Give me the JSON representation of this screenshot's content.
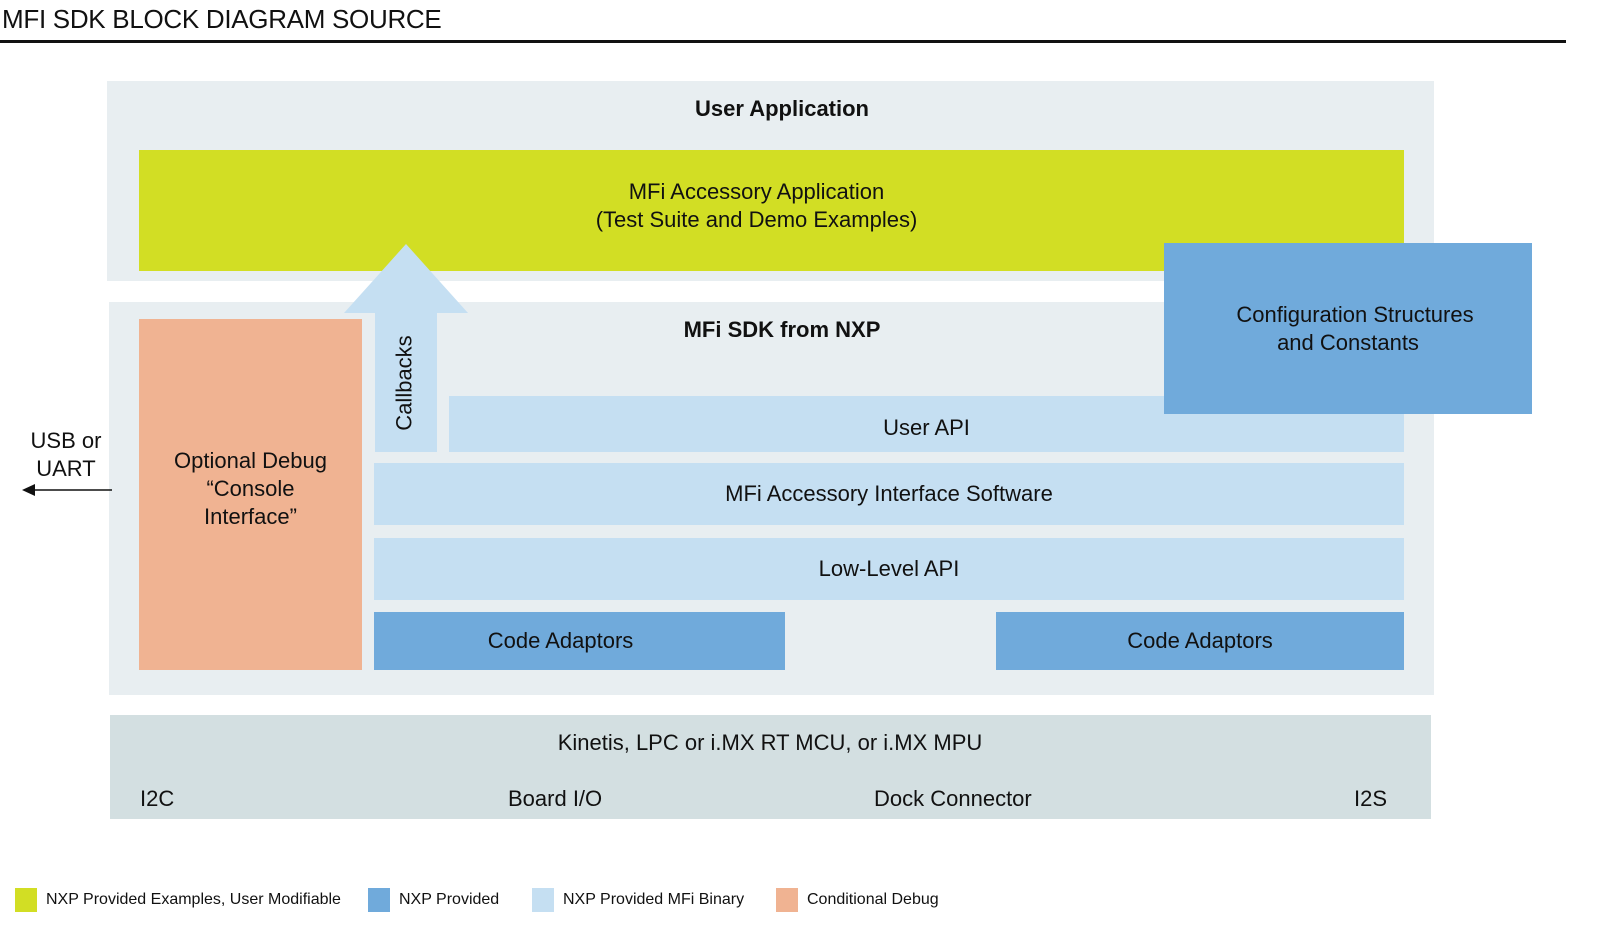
{
  "title": "MFI SDK BLOCK DIAGRAM SOURCE",
  "colors": {
    "nxp_examples_user_modifiable": "#d2de24",
    "nxp_provided": "#70aadb",
    "nxp_provided_mfi_binary": "#c5dff2",
    "conditional_debug": "#f0b392",
    "panel_background": "#e8eef1",
    "mcu_background": "#d3dfe1"
  },
  "user_application": {
    "title": "User Application",
    "accessory_app": {
      "line1": "MFi Accessory Application",
      "line2": "(Test Suite and Demo Examples)"
    }
  },
  "config_block": {
    "line1": "Configuration Structures",
    "line2": "and Constants"
  },
  "sdk": {
    "title": "MFi SDK from NXP",
    "callbacks": "Callbacks",
    "debug": {
      "line1": "Optional Debug",
      "line2": "“Console",
      "line3": "Interface”"
    },
    "layers": {
      "user_api": "User API",
      "interface_software": "MFi Accessory Interface Software",
      "low_level_api": "Low-Level API",
      "code_adaptors_left": "Code Adaptors",
      "code_adaptors_right": "Code Adaptors"
    }
  },
  "external": {
    "line1": "USB or",
    "line2": "UART"
  },
  "mcu": {
    "title": "Kinetis, LPC or i.MX RT MCU, or i.MX MPU",
    "interfaces": [
      "I2C",
      "Board I/O",
      "Dock Connector",
      "I2S"
    ]
  },
  "legend": [
    {
      "label": "NXP Provided Examples, User Modifiable",
      "color": "#d2de24"
    },
    {
      "label": "NXP Provided",
      "color": "#70aadb"
    },
    {
      "label": "NXP Provided MFi Binary",
      "color": "#c5dff2"
    },
    {
      "label": "Conditional Debug",
      "color": "#f0b392"
    }
  ]
}
